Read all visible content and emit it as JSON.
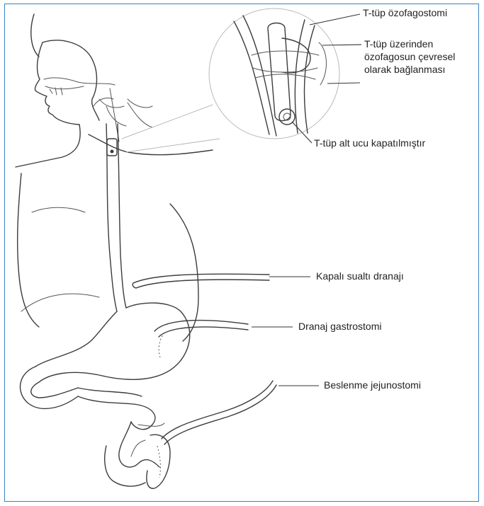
{
  "labels": {
    "t_tube_esophagostomy": "T-tüp özofagostomi",
    "circumferential_tie_line1": "T-tüp üzerinden",
    "circumferential_tie_line2": "özofagosun çevresel",
    "circumferential_tie_line3": "olarak bağlanması",
    "t_tube_lower_end": "T-tüp alt ucu kapatılmıştır",
    "closed_subhepatic_drain": "Kapalı sualtı dranajı",
    "drainage_gastrostomy": "Dranaj gastrostomi",
    "feeding_jejunostomy": "Beslenme jejunostomi"
  },
  "colors": {
    "frame_border": "#3a7fc3",
    "line_art": "#3c3c3c"
  }
}
